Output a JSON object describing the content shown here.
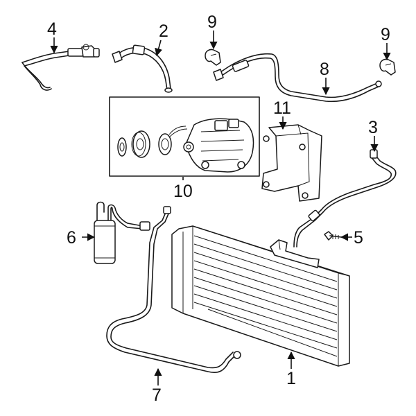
{
  "callouts": [
    {
      "id": "1",
      "label": "1"
    },
    {
      "id": "2",
      "label": "2"
    },
    {
      "id": "3",
      "label": "3"
    },
    {
      "id": "4",
      "label": "4"
    },
    {
      "id": "5",
      "label": "5"
    },
    {
      "id": "6",
      "label": "6"
    },
    {
      "id": "7",
      "label": "7"
    },
    {
      "id": "8",
      "label": "8"
    },
    {
      "id": "9a",
      "label": "9"
    },
    {
      "id": "9b",
      "label": "9"
    },
    {
      "id": "10",
      "label": "10"
    },
    {
      "id": "11",
      "label": "11"
    }
  ],
  "colors": {
    "line": "#1a1a1a",
    "background": "#ffffff"
  }
}
